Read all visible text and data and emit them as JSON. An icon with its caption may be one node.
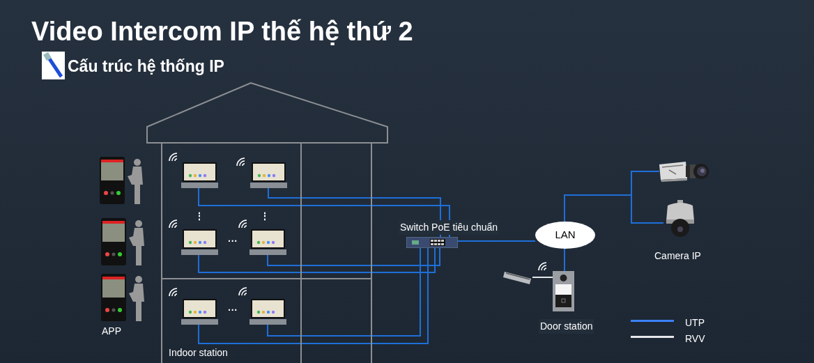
{
  "diagram": {
    "title": "Video Intercom IP thế hệ thứ 2",
    "nodes": [
      {
        "text": [],
        "shape": "house"
      },
      {
        "text": [],
        "shape": "picture",
        "in": 0
      },
      {
        "text": [],
        "shape": "picture",
        "in": 0
      },
      {
        "text": [],
        "shape": "picture",
        "in": 0
      },
      {
        "text": [],
        "shape": "picture",
        "in": 0
      },
      {
        "text": [],
        "shape": "picture",
        "in": 0
      },
      {
        "text": [],
        "shape": "picture",
        "in": 0
      },
      {
        "text": [],
        "shape": "picture",
        "beside": [
          "Switch PoE tiêu chuẩn"
        ]
      },
      {
        "text": [
          "LAN"
        ]
      },
      {
        "text": [],
        "shape": "picture"
      },
      {
        "text": [],
        "shape": "picture"
      },
      {
        "text": [],
        "shape": "picture",
        "beside": [
          "Door station"
        ]
      },
      {
        "text": [],
        "shape": "picture"
      }
    ],
    "edges": [
      {
        "from": 1,
        "to": 7,
        "arrow": "none"
      },
      {
        "from": 2,
        "to": 7,
        "arrow": "none"
      },
      {
        "from": 3,
        "to": 7,
        "arrow": "none"
      },
      {
        "from": 4,
        "to": 7,
        "arrow": "none"
      },
      {
        "from": 5,
        "to": 7,
        "arrow": "none"
      },
      {
        "from": 6,
        "to": 7,
        "arrow": "none"
      },
      {
        "from": 7,
        "to": 8,
        "arrow": "none"
      },
      {
        "from": 8,
        "to": 9,
        "arrow": "none"
      },
      {
        "from": 8,
        "to": 10,
        "arrow": "none"
      },
      {
        "from": 8,
        "to": 11,
        "arrow": "none"
      },
      {
        "from": 12,
        "to": 11,
        "arrow": "none",
        "color": "#e5e7eb"
      }
    ],
    "labels": [
      "Cấu trúc hệ thống IP",
      "⋮",
      "⋮",
      "···",
      "···",
      "APP",
      "Indoor station",
      "Camera IP"
    ],
    "legend": [
      {
        "text": "UTP"
      },
      {
        "text": "RVV"
      }
    ]
  }
}
